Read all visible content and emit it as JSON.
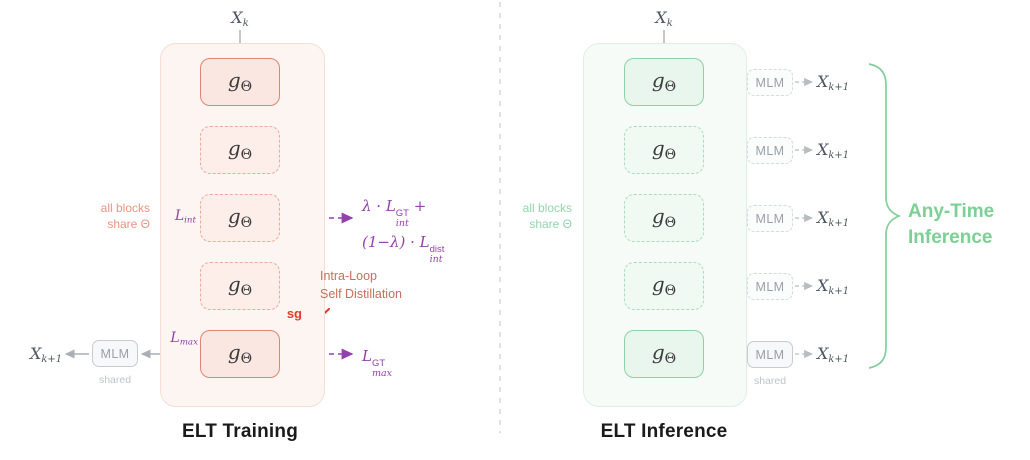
{
  "left": {
    "title": "ELT Training",
    "input": {
      "base": "X",
      "sub": "k"
    },
    "share_note": {
      "line1": "all blocks",
      "line2": "share Θ"
    },
    "block_label": {
      "base": "g",
      "sub": "Θ"
    },
    "l_int": {
      "base": "L",
      "sub": "int"
    },
    "l_max": {
      "base": "L",
      "sub": "max"
    },
    "loss_int_line1": {
      "prefix": "λ · ",
      "L": "L",
      "sup": "GT",
      "sub": "int",
      "suffix": " +"
    },
    "loss_int_line2": {
      "prefix": "(1−λ) · ",
      "L": "L",
      "sup": "dist",
      "sub": "int"
    },
    "loss_max": {
      "L": "L",
      "sup": "GT",
      "sub": "max"
    },
    "distill": {
      "line1": "Intra-Loop",
      "line2": "Self Distillation"
    },
    "sg_label": "sg",
    "mlm_label": "MLM",
    "shared_label": "shared",
    "output": {
      "base": "X",
      "sub": "k+1"
    }
  },
  "right": {
    "title": "ELT Inference",
    "input": {
      "base": "X",
      "sub": "k"
    },
    "share_note": {
      "line1": "all blocks",
      "line2": "share Θ"
    },
    "block_label": {
      "base": "g",
      "sub": "Θ"
    },
    "mlm_label": "MLM",
    "output": {
      "base": "X",
      "sub": "k+1"
    },
    "shared_label": "shared",
    "brace_label": {
      "line1": "Any-Time",
      "line2": "Inference"
    }
  },
  "colors": {
    "salmon_border": "#e08573",
    "salmon_fill": "#fbe7e2",
    "salmon_text": "#ef9282",
    "pink_panel": "#fdf5f2",
    "green_border": "#8fd0a6",
    "green_fill": "#e9f6ee",
    "green_panel": "#f6fbf7",
    "green_text": "#93d5ab",
    "green_accent": "#7ccf95",
    "purple": "#9440ad",
    "brown": "#b5705f",
    "distill_text": "#c4705b",
    "red": "#e8392e",
    "arrow_gray": "#aaaeb5",
    "mlm_text": "#9aa0a7",
    "x_label": "#4d5662",
    "title": "#1a1a1a"
  }
}
